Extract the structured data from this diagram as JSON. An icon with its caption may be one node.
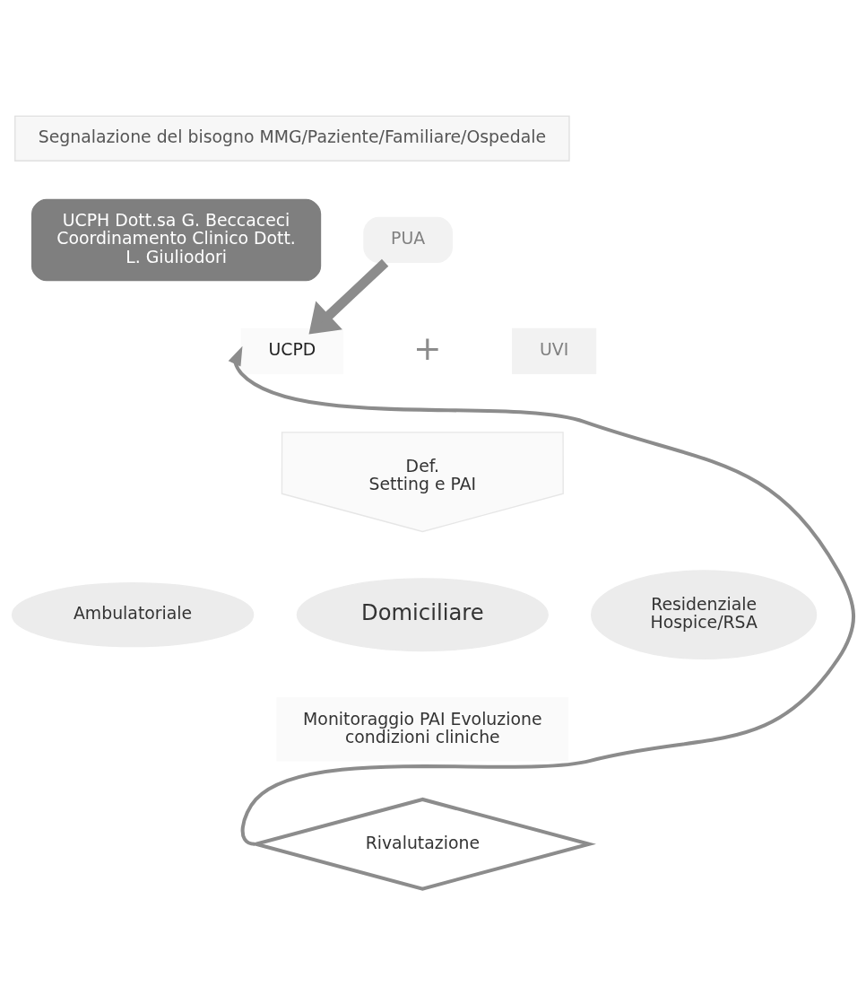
{
  "diagram": {
    "nodes": [
      {
        "text": [
          "Segnalazione del bisogno MMG/Paziente/Familiare/Ospedale"
        ]
      },
      {
        "text": [
          "UCPH Dott.sa G. Beccaceci Coordinamento Clinico Dott. L. Giuliodori"
        ]
      },
      {
        "text": [
          "PUA"
        ]
      },
      {
        "text": [
          "UCPD"
        ]
      },
      {
        "text": [
          "UVI"
        ]
      },
      {
        "text": [
          "Def. Setting e PAI"
        ]
      },
      {
        "text": [
          "Ambulatoriale"
        ]
      },
      {
        "text": [
          "Domiciliare"
        ]
      },
      {
        "text": [
          "Residenziale Hospice/RSA"
        ]
      },
      {
        "text": [
          "Monitoraggio PAI Evoluzione condizioni cliniche"
        ]
      },
      {
        "text": [
          "Rivalutazione"
        ]
      }
    ],
    "edges": [
      {
        "from": 2,
        "to": 3,
        "arrow": "to",
        "style": "thick"
      },
      {
        "from": 10,
        "to": 3,
        "arrow": "to"
      }
    ],
    "labels": [
      "+"
    ]
  }
}
